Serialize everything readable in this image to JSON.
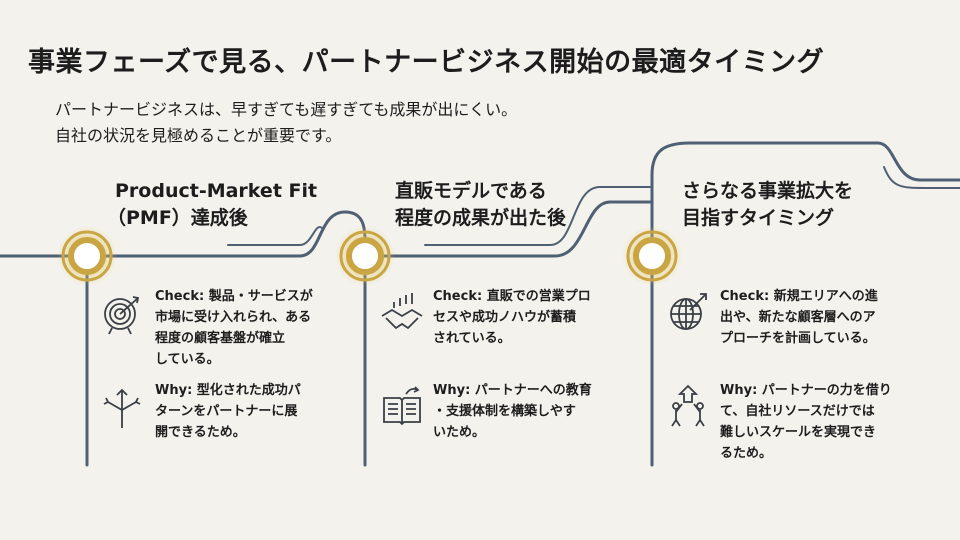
{
  "title": "事業フェーズで見る、パートナービジネス開始の最適タイミング",
  "subtitle": [
    "パートナービジネスは、早すぎても遅すぎても成果が出にくい。",
    "自社の状況を見極めることが重要です。"
  ],
  "colors": {
    "line": "#4f6075",
    "accent": "#c9a544",
    "background": "#f3f2ec"
  },
  "phases": [
    {
      "heading": [
        "Product-Market Fit",
        "（PMF）達成後"
      ],
      "check": [
        "Check: 製品・サービスが",
        "市場に受け入れられ、ある",
        "程度の顧客基盤が確立",
        "している。"
      ],
      "why": [
        "Why: 型化された成功パ",
        "ターンをパートナーに展",
        "開できるため。"
      ],
      "check_icon": "target-arrow-icon",
      "why_icon": "split-arrows-icon"
    },
    {
      "heading": [
        "直販モデルである",
        "程度の成果が出た後"
      ],
      "check": [
        "Check: 直販での営業プロ",
        "セスや成功ノハウが蓄積",
        "されている。"
      ],
      "why": [
        "Why: パートナーへの教育",
        "・支援体制を構築しやす",
        "いため。"
      ],
      "check_icon": "handshake-chart-icon",
      "why_icon": "open-book-icon"
    },
    {
      "heading": [
        "さらなる事業拡大を",
        "目指すタイミング"
      ],
      "check": [
        "Check: 新規エリアへの進",
        "出や、新たな顧客層へのア",
        "プローチを計画している。"
      ],
      "why": [
        "Why: パートナーの力を借り",
        "て、自社リソースだけでは",
        "難しいスケールを実現でき",
        "るため。"
      ],
      "check_icon": "globe-arrow-icon",
      "why_icon": "people-lifting-icon"
    }
  ]
}
